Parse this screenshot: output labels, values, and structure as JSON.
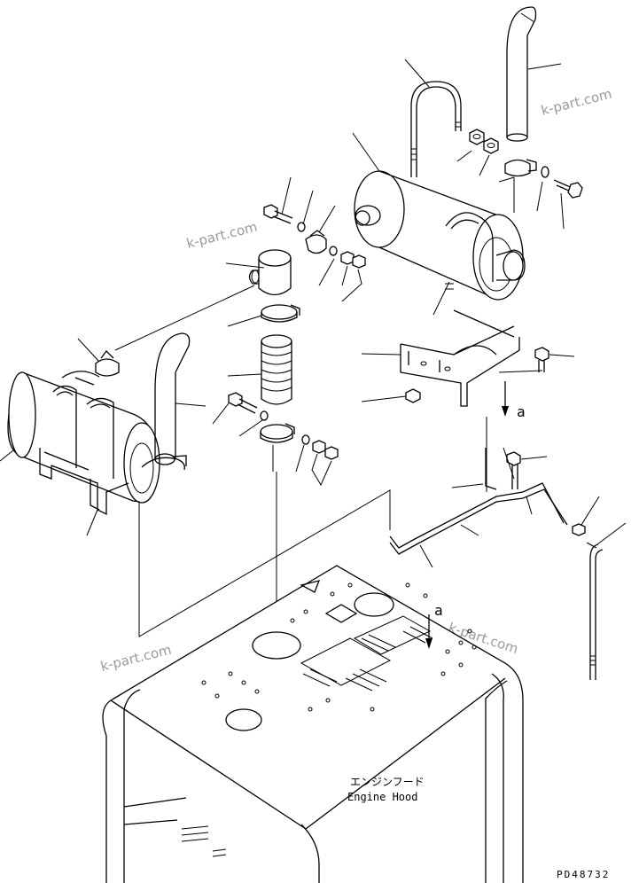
{
  "watermarks": [
    "k-part.com",
    "k-part.com",
    "k-part.com",
    "k-part.com"
  ],
  "reference_marks": [
    "a",
    "a"
  ],
  "hood_label": {
    "japanese": "エンジンフード",
    "english": "Engine Hood"
  },
  "drawing_code": "PD48732"
}
